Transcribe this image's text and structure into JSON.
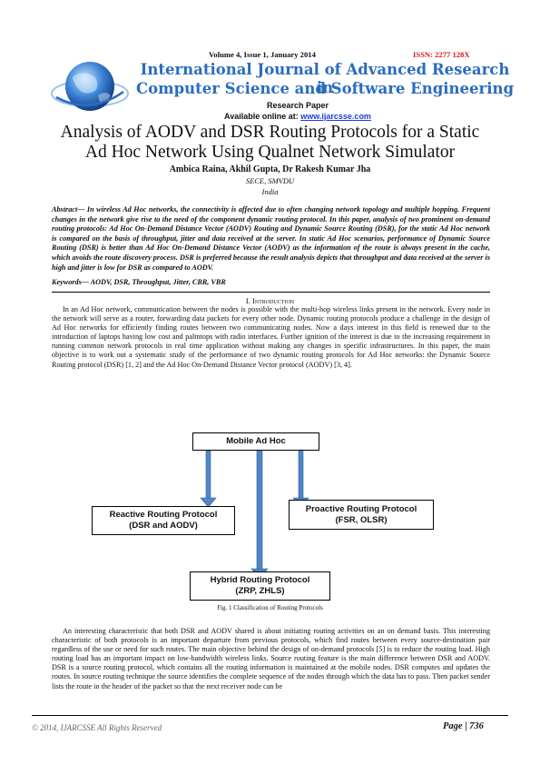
{
  "header": {
    "volume_line": "Volume 4, Issue 1, January 2014",
    "issn": "ISSN: 2277 128X",
    "journal_line1": "International Journal of Advanced Research in",
    "journal_line2": "Computer Science and Software Engineering",
    "paper_type": "Research Paper",
    "available_prefix": "Available online at: ",
    "available_url": "www.ijarcsse.com"
  },
  "paper": {
    "title_line1": "Analysis of AODV and DSR Routing Protocols for a Static",
    "title_line2": "Ad Hoc Network Using Qualnet Network Simulator",
    "authors": "Ambica Raina, Akhil Gupta, Dr Rakesh Kumar Jha",
    "affiliation": "SECE, SMVDU",
    "country": "India",
    "abstract": "Abstract— In wireless Ad Hoc networks, the connectivity is affected due to often changing network topology and multiple hopping. Frequent changes in the network give rise to the need of the component dynamic routing protocol. In this paper, analysis of two prominent on-demand routing protocols: Ad Hoc On-Demand Distance Vector (AODV) Routing and Dynamic Source Routing (DSR), for the static Ad Hoc network is compared on the basis of throughput, jitter and data received at the server. In static Ad Hoc scenarios, performance of Dynamic Source Routing (DSR) is better than Ad Hoc On-Demand Distance Vector (AODV) as the information of the route is always present in the cache, which avoids the route discovery process. DSR is preferred because the result analysis depicts that throughput and data received at the server is high and jitter is low for DSR as compared to AODV.",
    "keywords": "Keywords— AODV, DSR, Throughput, Jitter, CBR, VBR",
    "section_number": "I. ",
    "section_title": "Introduction",
    "para1": "In an Ad Hoc network, communication between the nodes is possible with the multi-hop wireless links present in the network. Every node in the network will serve as a router, forwarding data packets for every other node. Dynamic routing protocols produce a challenge in the design of Ad Hoc networks for efficiently finding routes between two communicating nodes. Now a days interest in this field is renewed due to the introduction of laptops having low cost and palmtops with radio interfaces. Further ignition of the interest is due to the increasing requirement in running common network protocols in real time application without making any changes in specific infrastructures. In this paper, the main objective is to work out a systematic study of the performance of two dynamic routing protocols for Ad Hoc networks: the Dynamic Source Routing protocol (DSR) [1, 2] and the Ad Hoc On-Demand Distance Vector protocol (AODV) [3, 4].",
    "para2": "An interesting characteristic that both DSR and AODV shared is about initiating routing activities on an on demand basis. This interesting characteristic of both protocols is an important departure from previous protocols, which find routes between every source-destination pair regardless of the use or need for such routes. The main objective behind the design of on-demand protocols [5] is to reduce the routing load. High routing load has an important impact on low-bandwidth wireless links. Source routing feature is the main difference between DSR and AODV. DSR is a source routing protocol, which contains all the routing information is maintained at the mobile nodes. DSR computes and updates the routes. In source routing technique the source identifies the complete sequence of the nodes through which the data has to pass. Then packet sender lists the route in the header of the packet so that the next receiver node can be"
  },
  "figure": {
    "root": "Mobile Ad Hoc",
    "reactive_line1": "Reactive Routing Protocol",
    "reactive_line2": "(DSR and AODV)",
    "proactive_line1": "Proactive Routing Protocol",
    "proactive_line2": "(FSR, OLSR)",
    "hybrid_line1": "Hybrid Routing Protocol",
    "hybrid_line2": "(ZRP, ZHLS)",
    "caption": "Fig. 1  Classification of Routing Protocols",
    "arrow_color": "#4f86c6"
  },
  "footer": {
    "copyright": "© 2014, IJARCSSE All Rights Reserved",
    "page": "Page | 736"
  }
}
